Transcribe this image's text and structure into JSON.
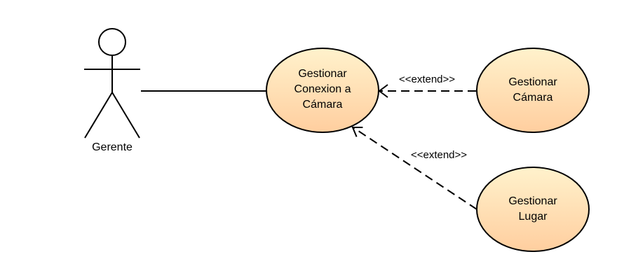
{
  "actor": {
    "name": "Gerente"
  },
  "use_cases": [
    {
      "id": "uc-main",
      "lines": [
        "Gestionar",
        "Conexion a",
        "Cámara"
      ]
    },
    {
      "id": "uc-camara",
      "lines": [
        "Gestionar",
        "Cámara"
      ]
    },
    {
      "id": "uc-lugar",
      "lines": [
        "Gestionar",
        "Lugar"
      ]
    }
  ],
  "relations": [
    {
      "from": "uc-camara",
      "to": "uc-main",
      "label": "<<extend>>"
    },
    {
      "from": "uc-lugar",
      "to": "uc-main",
      "label": "<<extend>>"
    }
  ],
  "colors": {
    "usecase_gradient_top": "#fff2cc",
    "usecase_gradient_bottom": "#ffce9f",
    "stroke": "#000000"
  }
}
